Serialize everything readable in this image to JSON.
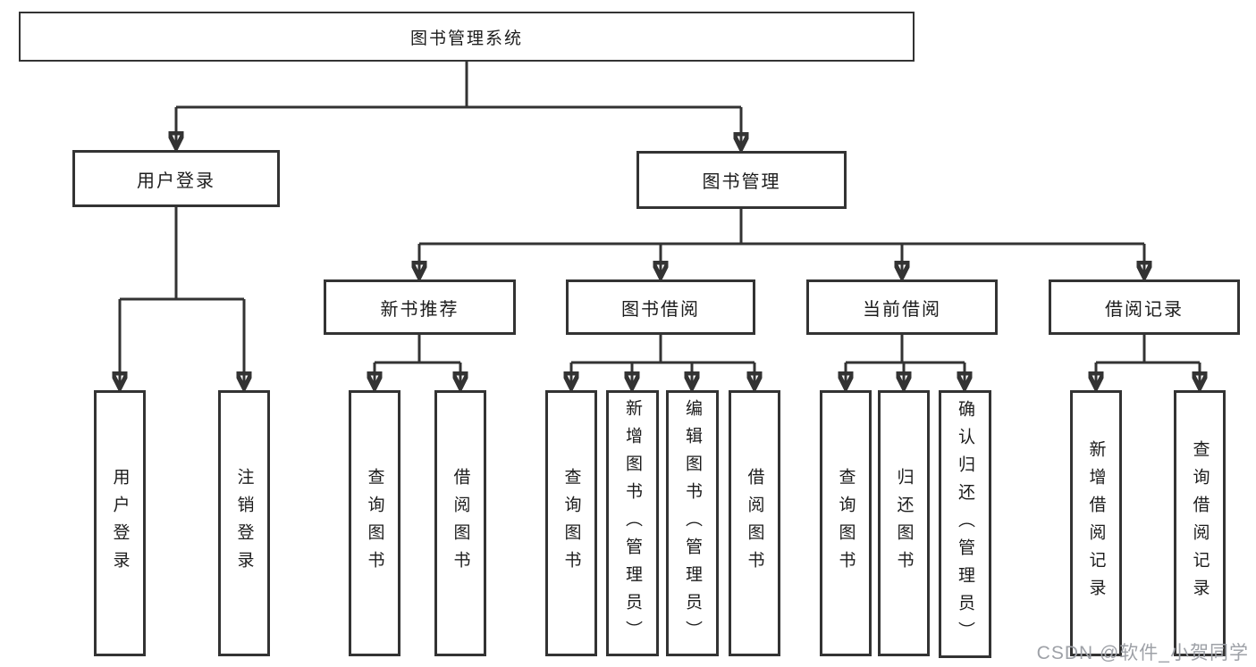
{
  "diagram": {
    "type": "hierarchy-tree",
    "orientation": "top-down",
    "colors": {
      "line": "#333333",
      "box_border": "#333333",
      "box_background": "#ffffff",
      "text": "#1c1c1c",
      "watermark": "#9ea1a7"
    }
  },
  "tree": {
    "label": "图书管理系统",
    "children": [
      {
        "label": "用户登录",
        "children": [
          {
            "label": "用户登录"
          },
          {
            "label": "注销登录"
          }
        ]
      },
      {
        "label": "图书管理",
        "children": [
          {
            "label": "新书推荐",
            "children": [
              {
                "label": "查询图书"
              },
              {
                "label": "借阅图书"
              }
            ]
          },
          {
            "label": "图书借阅",
            "children": [
              {
                "label": "查询图书"
              },
              {
                "label": "新增图书（管理员）"
              },
              {
                "label": "编辑图书（管理员）"
              },
              {
                "label": "借阅图书"
              }
            ]
          },
          {
            "label": "当前借阅",
            "children": [
              {
                "label": "查询图书"
              },
              {
                "label": "归还图书"
              },
              {
                "label": "确认归还（管理员）"
              }
            ]
          },
          {
            "label": "借阅记录",
            "children": [
              {
                "label": "新增借阅记录"
              },
              {
                "label": "查询借阅记录"
              }
            ]
          }
        ]
      }
    ]
  },
  "watermark": {
    "text": "CSDN @软件_小贺同学"
  }
}
